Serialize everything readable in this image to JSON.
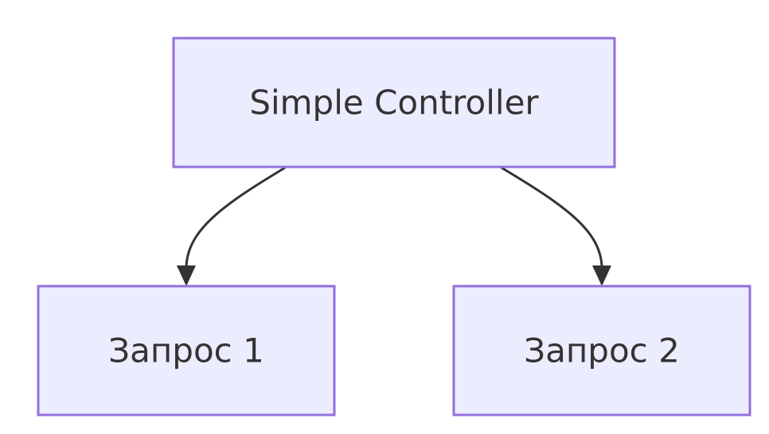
{
  "diagram": {
    "nodes": {
      "root": {
        "label": "Simple Controller"
      },
      "child1": {
        "label": "Запрос 1"
      },
      "child2": {
        "label": "Запрос 2"
      }
    },
    "edges": [
      {
        "from": "root",
        "to": "child1"
      },
      {
        "from": "root",
        "to": "child2"
      }
    ],
    "colors": {
      "node_fill": "#ECECFF",
      "node_stroke": "#9370DB",
      "edge": "#333333",
      "text": "#333333"
    }
  }
}
